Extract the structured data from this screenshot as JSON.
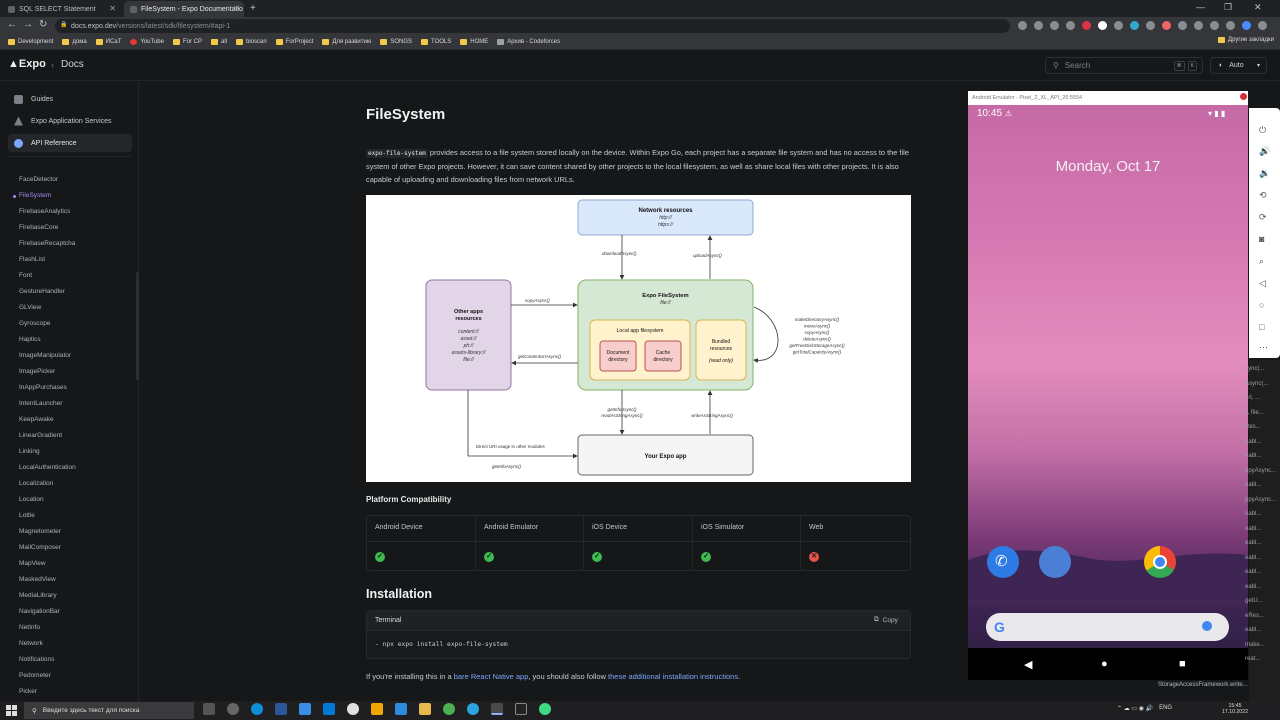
{
  "browser": {
    "tabs": [
      {
        "title": "SQL SELECT Statement"
      },
      {
        "title": "FileSystem - Expo Documentatio"
      }
    ],
    "url_host": "docs.expo.dev",
    "url_path": "/versions/latest/sdk/filesystem/#api-1",
    "bookmarks": [
      "Development",
      "дома",
      "ИСаТ",
      "YouTube",
      "For CP",
      "all",
      "bioscan",
      "ForProject",
      "Для развитию",
      "SONGS",
      "TOOLS",
      "HOME",
      "Архив - Codeforces"
    ],
    "other_bookmarks": "Другие закладки"
  },
  "expo": {
    "logo": "Expo",
    "crumb": "Docs",
    "search_placeholder": "Search",
    "kbd": [
      "⌘",
      "K"
    ],
    "theme": "Auto"
  },
  "sidebar": {
    "top": [
      {
        "label": "Guides"
      },
      {
        "label": "Expo Application Services"
      },
      {
        "label": "API Reference"
      }
    ],
    "items": [
      "FaceDetector",
      "FileSystem",
      "FirebaseAnalytics",
      "FirebaseCore",
      "FirebaseRecaptcha",
      "FlashList",
      "Font",
      "GestureHandler",
      "GLView",
      "Gyroscope",
      "Haptics",
      "ImageManipulator",
      "ImagePicker",
      "InAppPurchases",
      "IntentLauncher",
      "KeepAwake",
      "LinearGradient",
      "Linking",
      "LocalAuthentication",
      "Localization",
      "Location",
      "Lottie",
      "Magnetometer",
      "MailComposer",
      "MapView",
      "MaskedView",
      "MediaLibrary",
      "NavigationBar",
      "NetInfo",
      "Network",
      "Notifications",
      "Pedometer",
      "Picker"
    ],
    "active": "FileSystem"
  },
  "main": {
    "title": "FileSystem",
    "code_name": "expo-file-system",
    "description": " provides access to a file system stored locally on the device. Within Expo Go, each project has a separate file system and has no access to the file system of other Expo projects. However, it can save content shared by other projects to the local filesystem, as well as share local files with other projects. It is also capable of uploading and downloading files from network URLs.",
    "compat_title": "Platform Compatibility",
    "compat_cols": [
      "Android Device",
      "Android Emulator",
      "iOS Device",
      "iOS Simulator",
      "Web"
    ],
    "compat_vals": [
      true,
      true,
      true,
      true,
      false
    ],
    "install_title": "Installation",
    "terminal_title": "Terminal",
    "copy_label": "Copy",
    "command": "- npx expo install expo-file-system",
    "note_pre": "If you're installing this in a ",
    "note_link1": "bare React Native app",
    "note_mid": ", you should also follow ",
    "note_link2": "these additional installation instructions",
    "note_post": "."
  },
  "diagram": {
    "network": {
      "title": "Network resources",
      "l1": "http://",
      "l2": "https://"
    },
    "download": "downloadAsync()",
    "upload": "uploadAsync()",
    "other": {
      "title1": "Other apps",
      "title2": "resources",
      "lines": [
        "content://",
        "asset://",
        "ph://",
        "assets-library://",
        "file://"
      ]
    },
    "copy": "copyAsync()",
    "getcontent": "getContentUriAsync()",
    "fs": {
      "title": "Expo FileSystem",
      "sub": "file://"
    },
    "local": "Local app filesystem",
    "doc": [
      "Document",
      "directory"
    ],
    "cache": [
      "Cache",
      "directory"
    ],
    "bundled": [
      "Bundled",
      "resources",
      "(read only)"
    ],
    "methods": [
      "makeDirectoryAsync()",
      "moveAsync()",
      "copyAsync()",
      "deleteAsync()",
      "getFreeDiskStorageAsync()",
      "getTotalCapacityAsync()"
    ],
    "getinfo": [
      "getInfoAsync()",
      "readAsStringAsync()"
    ],
    "write": "writeAsStringAsync()",
    "direct": "Direct URI usage in other modules",
    "getinfo2": "getInfoAsync()",
    "app": "Your Expo app"
  },
  "emulator": {
    "title": "Android Emulator - Pixel_2_XL_API_26:5554",
    "time": "10:45",
    "date": "Monday, Oct 17"
  },
  "ide": {
    "lines": [
      "sync(...",
      "Async(...",
      "uri, ...",
      "il, file...",
      "Res...",
      "eabl...",
      "eabl...",
      "ppyAsync...",
      "eabl...",
      "ppyAsync...",
      "eabl...",
      "eabl...",
      "eabl...",
      "eabl...",
      "eabl...",
      "eabl...",
      "getU...",
      "eRes...",
      "eabl...",
      "make...",
      "reat..."
    ],
    "bottom": "StorageAccessFramework.write..."
  },
  "taskbar": {
    "search": "Введите здесь текст для поиска",
    "lang": "ENG",
    "time": "15:45",
    "date": "17.10.2022"
  }
}
